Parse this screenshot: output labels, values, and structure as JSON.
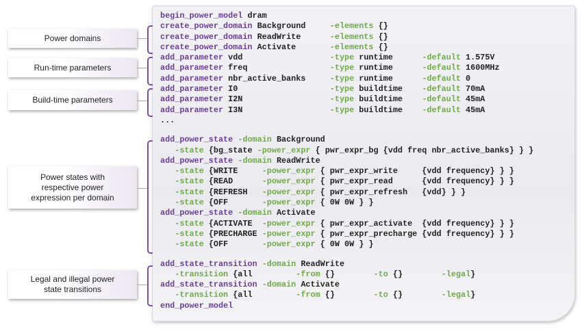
{
  "labels": [
    "Power domains",
    "Run-time parameters",
    "Build-time parameters",
    "Power states with respective power expression per domain",
    "Legal and illegal power state transitions"
  ],
  "colors": {
    "keyword": "#6b3d9a",
    "option": "#6eaa48",
    "text": "#222222"
  },
  "code": [
    [
      [
        "k",
        "begin_power_model"
      ],
      [
        "a",
        " dram"
      ]
    ],
    [
      [
        "k",
        "create_power_domain"
      ],
      [
        "a",
        " Background     "
      ],
      [
        "o",
        "-elements"
      ],
      [
        "a",
        " {}"
      ]
    ],
    [
      [
        "k",
        "create_power_domain"
      ],
      [
        "a",
        " ReadWrite      "
      ],
      [
        "o",
        "-elements"
      ],
      [
        "a",
        " {}"
      ]
    ],
    [
      [
        "k",
        "create_power_domain"
      ],
      [
        "a",
        " Activate       "
      ],
      [
        "o",
        "-elements"
      ],
      [
        "a",
        " {}"
      ]
    ],
    [
      [
        "k",
        "add_parameter"
      ],
      [
        "a",
        " vdd                  "
      ],
      [
        "o",
        "-type"
      ],
      [
        "a",
        " runtime      "
      ],
      [
        "o",
        "-default"
      ],
      [
        "a",
        " 1.575V"
      ]
    ],
    [
      [
        "k",
        "add_parameter"
      ],
      [
        "a",
        " freq                 "
      ],
      [
        "o",
        "-type"
      ],
      [
        "a",
        " runtime      "
      ],
      [
        "o",
        "-default"
      ],
      [
        "a",
        " 1600MHz"
      ]
    ],
    [
      [
        "k",
        "add_parameter"
      ],
      [
        "a",
        " nbr_active_banks     "
      ],
      [
        "o",
        "-type"
      ],
      [
        "a",
        " runtime      "
      ],
      [
        "o",
        "-default"
      ],
      [
        "a",
        " 0"
      ]
    ],
    [
      [
        "k",
        "add_parameter"
      ],
      [
        "a",
        " I0                   "
      ],
      [
        "o",
        "-type"
      ],
      [
        "a",
        " buildtime    "
      ],
      [
        "o",
        "-default"
      ],
      [
        "a",
        " 70mA"
      ]
    ],
    [
      [
        "k",
        "add_parameter"
      ],
      [
        "a",
        " I2N                  "
      ],
      [
        "o",
        "-type"
      ],
      [
        "a",
        " buildtime    "
      ],
      [
        "o",
        "-default"
      ],
      [
        "a",
        " 45mA"
      ]
    ],
    [
      [
        "k",
        "add_parameter"
      ],
      [
        "a",
        " I3N                  "
      ],
      [
        "o",
        "-type"
      ],
      [
        "a",
        " buildtime    "
      ],
      [
        "o",
        "-default"
      ],
      [
        "a",
        " 45mA"
      ]
    ],
    [
      [
        "a",
        "..."
      ]
    ],
    [],
    [
      [
        "k",
        "add_power_state"
      ],
      [
        "a",
        " "
      ],
      [
        "o",
        "-domain"
      ],
      [
        "a",
        " Background"
      ]
    ],
    [
      [
        "a",
        "   "
      ],
      [
        "o",
        "-state"
      ],
      [
        "a",
        " {bg_state "
      ],
      [
        "o",
        "-power_expr"
      ],
      [
        "a",
        " { pwr_expr_bg {vdd freq nbr_active_banks} } }"
      ]
    ],
    [
      [
        "k",
        "add_power_state"
      ],
      [
        "a",
        " "
      ],
      [
        "o",
        "-domain"
      ],
      [
        "a",
        " ReadWrite"
      ]
    ],
    [
      [
        "a",
        "   "
      ],
      [
        "o",
        "-state"
      ],
      [
        "a",
        " {WRITE     "
      ],
      [
        "o",
        "-power_expr"
      ],
      [
        "a",
        " { pwr_expr_write     {vdd frequency} } }"
      ]
    ],
    [
      [
        "a",
        "   "
      ],
      [
        "o",
        "-state"
      ],
      [
        "a",
        " {READ      "
      ],
      [
        "o",
        "-power_expr"
      ],
      [
        "a",
        " { pwr_expr_read      {vdd frequency} } }"
      ]
    ],
    [
      [
        "a",
        "   "
      ],
      [
        "o",
        "-state"
      ],
      [
        "a",
        " {REFRESH   "
      ],
      [
        "o",
        "-power_expr"
      ],
      [
        "a",
        " { pwr_expr_refresh   {vdd} } }"
      ]
    ],
    [
      [
        "a",
        "   "
      ],
      [
        "o",
        "-state"
      ],
      [
        "a",
        " {OFF       "
      ],
      [
        "o",
        "-power_expr"
      ],
      [
        "a",
        " { 0W 0W } }"
      ]
    ],
    [
      [
        "k",
        "add_power_state"
      ],
      [
        "a",
        " "
      ],
      [
        "o",
        "-domain"
      ],
      [
        "a",
        " Activate"
      ]
    ],
    [
      [
        "a",
        "   "
      ],
      [
        "o",
        "-state"
      ],
      [
        "a",
        " {ACTIVATE  "
      ],
      [
        "o",
        "-power_expr"
      ],
      [
        "a",
        " { pwr_expr_activate  {vdd frequency} } }"
      ]
    ],
    [
      [
        "a",
        "   "
      ],
      [
        "o",
        "-state"
      ],
      [
        "a",
        " {PRECHARGE "
      ],
      [
        "o",
        "-power_expr"
      ],
      [
        "a",
        " { pwr_expr_precharge {vdd frequency} } }"
      ]
    ],
    [
      [
        "a",
        "   "
      ],
      [
        "o",
        "-state"
      ],
      [
        "a",
        " {OFF       "
      ],
      [
        "o",
        "-power_expr"
      ],
      [
        "a",
        " { 0W 0W } }"
      ]
    ],
    [],
    [
      [
        "k",
        "add_state_transition"
      ],
      [
        "a",
        " "
      ],
      [
        "o",
        "-domain"
      ],
      [
        "a",
        " ReadWrite"
      ]
    ],
    [
      [
        "a",
        "   "
      ],
      [
        "o",
        "-transition"
      ],
      [
        "a",
        " {all         "
      ],
      [
        "o",
        "-from"
      ],
      [
        "a",
        " {}        "
      ],
      [
        "o",
        "-to"
      ],
      [
        "a",
        " {}        "
      ],
      [
        "o",
        "-legal"
      ],
      [
        "a",
        "}"
      ]
    ],
    [
      [
        "k",
        "add_state_transition"
      ],
      [
        "a",
        " "
      ],
      [
        "o",
        "-domain"
      ],
      [
        "a",
        " Activate"
      ]
    ],
    [
      [
        "a",
        "   "
      ],
      [
        "o",
        "-transition"
      ],
      [
        "a",
        " {all         "
      ],
      [
        "o",
        "-from"
      ],
      [
        "a",
        " {}        "
      ],
      [
        "o",
        "-to"
      ],
      [
        "a",
        " {}        "
      ],
      [
        "o",
        "-legal"
      ],
      [
        "a",
        "}"
      ]
    ],
    [
      [
        "k",
        "end_power_model"
      ]
    ]
  ]
}
